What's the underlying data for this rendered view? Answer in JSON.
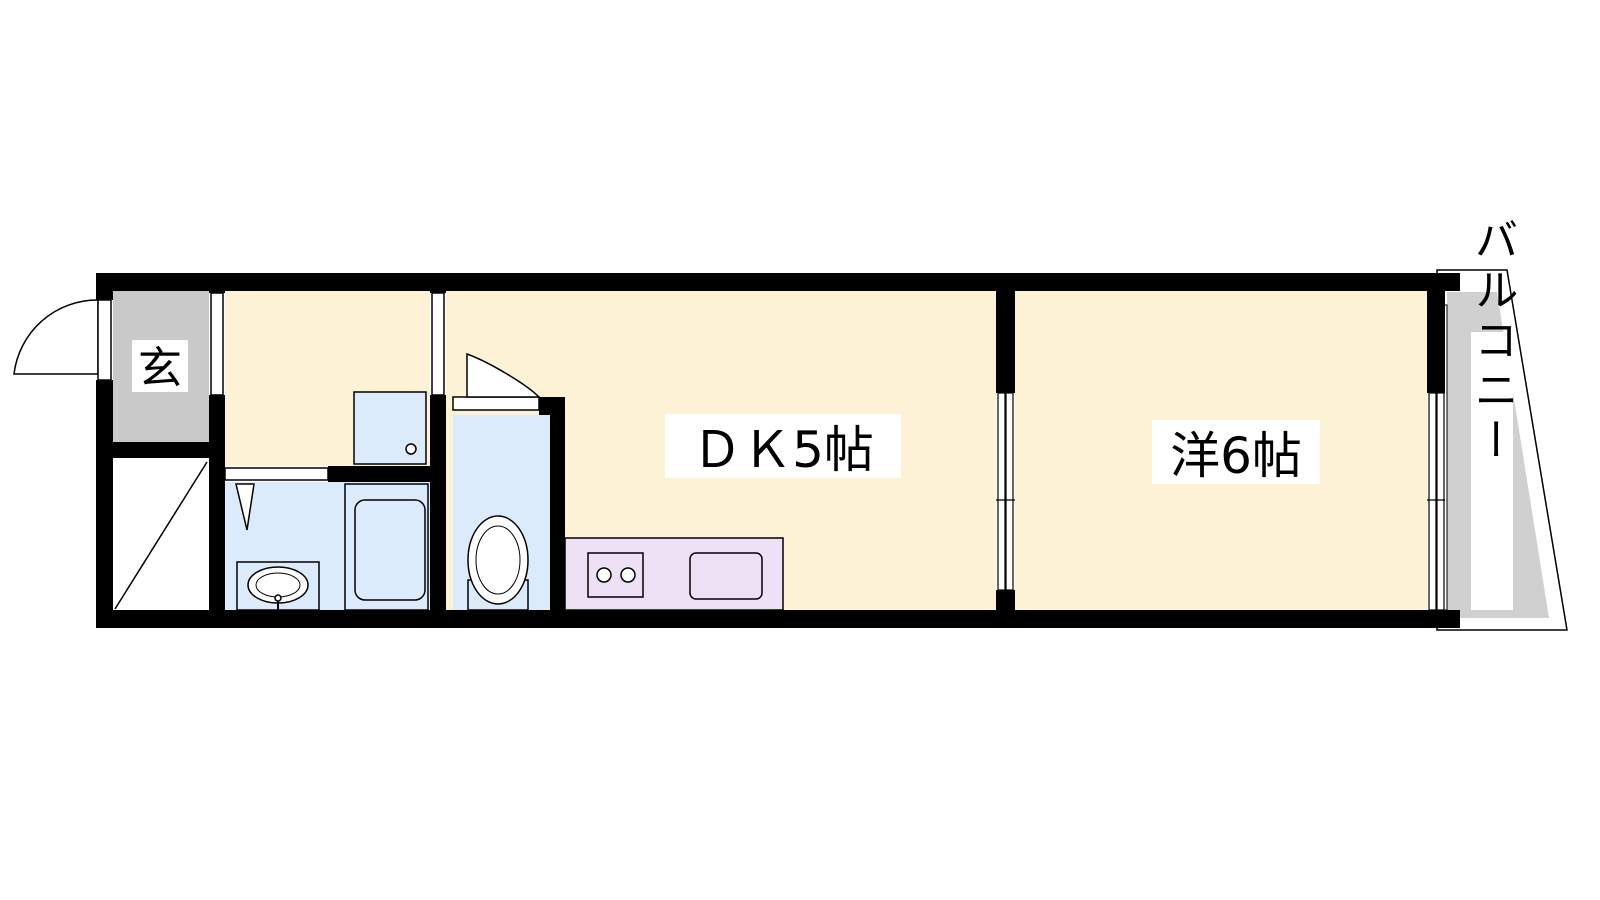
{
  "rooms": {
    "entrance": "玄",
    "dining_kitchen": "ＤＫ5帖",
    "western_room": "洋6帖",
    "balcony": "バルコニー"
  },
  "colors": {
    "room_fill": "#fdf2d6",
    "wet_area_fill": "#dcebfb",
    "kitchen_fill": "#eee0f5",
    "entrance_fill": "#c9c9c9",
    "balcony_fill": "#d0d0d0",
    "wall": "#000000"
  }
}
